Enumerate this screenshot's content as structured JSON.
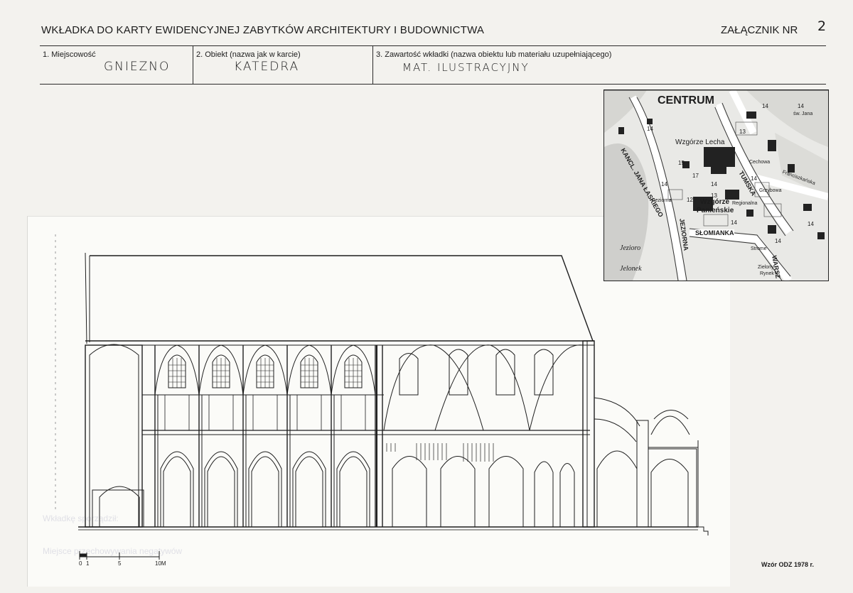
{
  "header": {
    "title": "WKŁADKA DO KARTY EWIDENCYJNEJ ZABYTKÓW ARCHITEKTURY I BUDOWNICTWA",
    "attachment_label": "ZAŁĄCZNIK NR",
    "attachment_number": "2"
  },
  "fields": {
    "locality_label": "1. Miejscowość",
    "locality_value": "GNIEZNO",
    "object_label": "2. Obiekt (nazwa jak w karcie)",
    "object_value": "KATEDRA",
    "contents_label": "3. Zawartość wkładki (nazwa obiektu lub materiału uzupełniającego)",
    "contents_value": "MAT. ILUSTRACYJNY"
  },
  "faint_form": {
    "prepared_by": "Wkładkę sporządził:",
    "negatives_location": "Miejsce przechowywania negatywów"
  },
  "map": {
    "title": "CENTRUM",
    "labels": {
      "wzgorze_lecha": "Wzgórze Lecha",
      "wzgorze_panienskie_1": "Wzgórze",
      "wzgorze_panienskie_2": "Panieńskie",
      "kanclerz": "KANCL. JANA ŁASKIEGO",
      "jezdna": "JEZIORNA",
      "jeziorna_small": "Jeziorna",
      "slomianka": "SŁOMIANKA",
      "jezioro": "Jezioro",
      "jelonek": "Jelonek",
      "tumska": "TUMSKA",
      "warszawska": "WARSZ",
      "zielony_rynek_1": "Zielony",
      "zielony_rynek_2": "Rynek",
      "strome": "Strome",
      "sw_jana": "św. Jana",
      "franciszkanska": "Franciszkańska",
      "cechowa": "Cechowa",
      "grzybowa": "Grzybowa",
      "regionalna": "Regionalna"
    },
    "numbers": [
      "14",
      "13",
      "14",
      "14",
      "14",
      "15",
      "17",
      "14",
      "13",
      "12",
      "14",
      "14",
      "14",
      "14"
    ]
  },
  "drawing": {
    "scale_labels": [
      "0",
      "1",
      "5",
      "10M"
    ]
  },
  "footer": {
    "template": "Wzór ODZ 1978 r."
  }
}
